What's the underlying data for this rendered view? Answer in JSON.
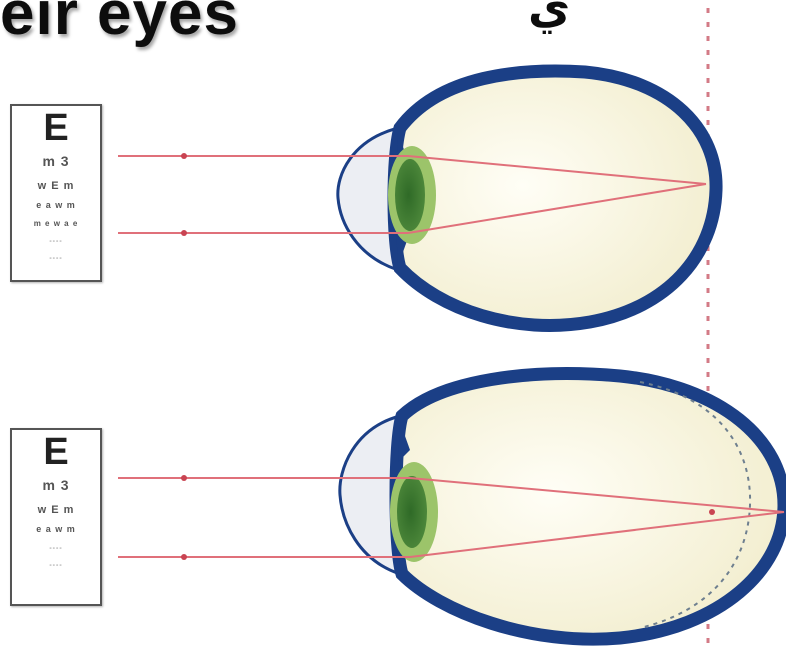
{
  "title": "eir eyes",
  "arabic_title": "ي",
  "eye_charts": [
    {
      "rows": [
        "E",
        "m 3",
        "w E m",
        "e a w m",
        "m e w a e",
        "----",
        "----"
      ]
    },
    {
      "rows": [
        "E",
        "m 3",
        "w E m",
        "e a w m",
        "----",
        "----"
      ]
    }
  ],
  "colors": {
    "sclera": "#1b3f86",
    "eyeball_fill": "#faf8e6",
    "lens_outer": "#9cc46a",
    "lens_inner": "#3e7a32",
    "cornea_fill": "#e9ecf2",
    "light_ray": "#e0707a",
    "reference_line": "#d37a86"
  },
  "icons": [
    "eye-chart-icon",
    "eye-diagram-normal",
    "eye-diagram-elongated",
    "light-ray",
    "focal-reference-line"
  ]
}
